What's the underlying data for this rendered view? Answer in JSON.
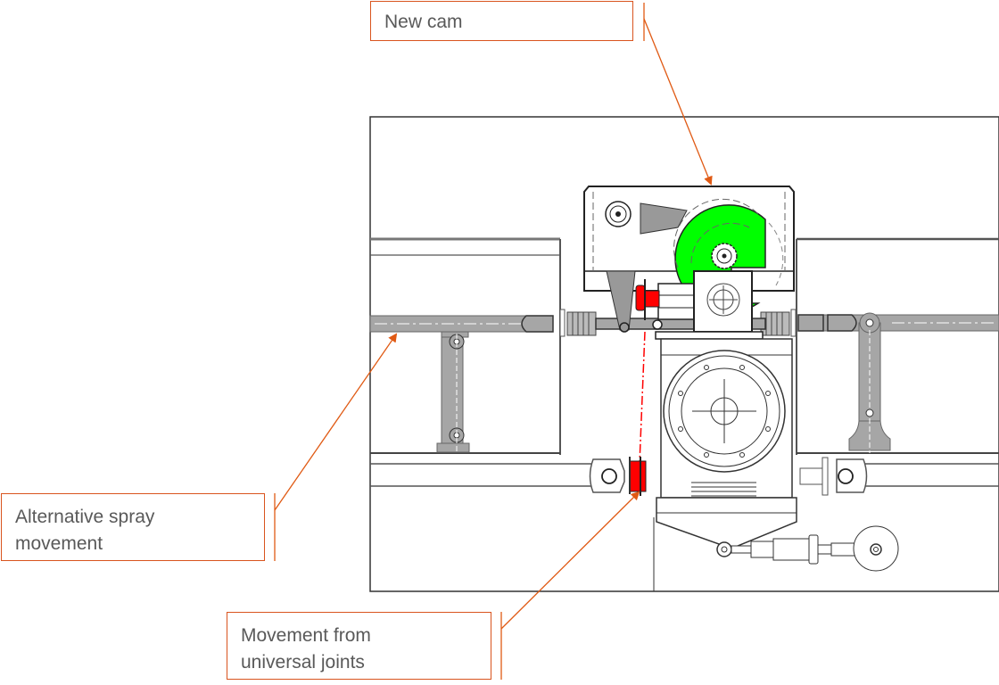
{
  "diagram": {
    "title": "Spray mechanism drive assembly",
    "callouts": [
      {
        "id": "new-cam",
        "text": "New cam",
        "target": "green cam disc"
      },
      {
        "id": "alternative-spray-movement",
        "text": "Alternative spray\nmovement",
        "target": "left horizontal spray bar"
      },
      {
        "id": "movement-from-universal-joints",
        "text": "Movement from\nuniversal joints",
        "target": "red universal joint coupling"
      }
    ],
    "colors": {
      "callout_border": "#d9541e",
      "callout_text": "#595959",
      "leader_line": "#e05a14",
      "cam_highlight": "#00ff00",
      "coupling_highlight": "#ff0000",
      "part_fill_grey": "#a6a6a6",
      "outline": "#222222"
    }
  }
}
